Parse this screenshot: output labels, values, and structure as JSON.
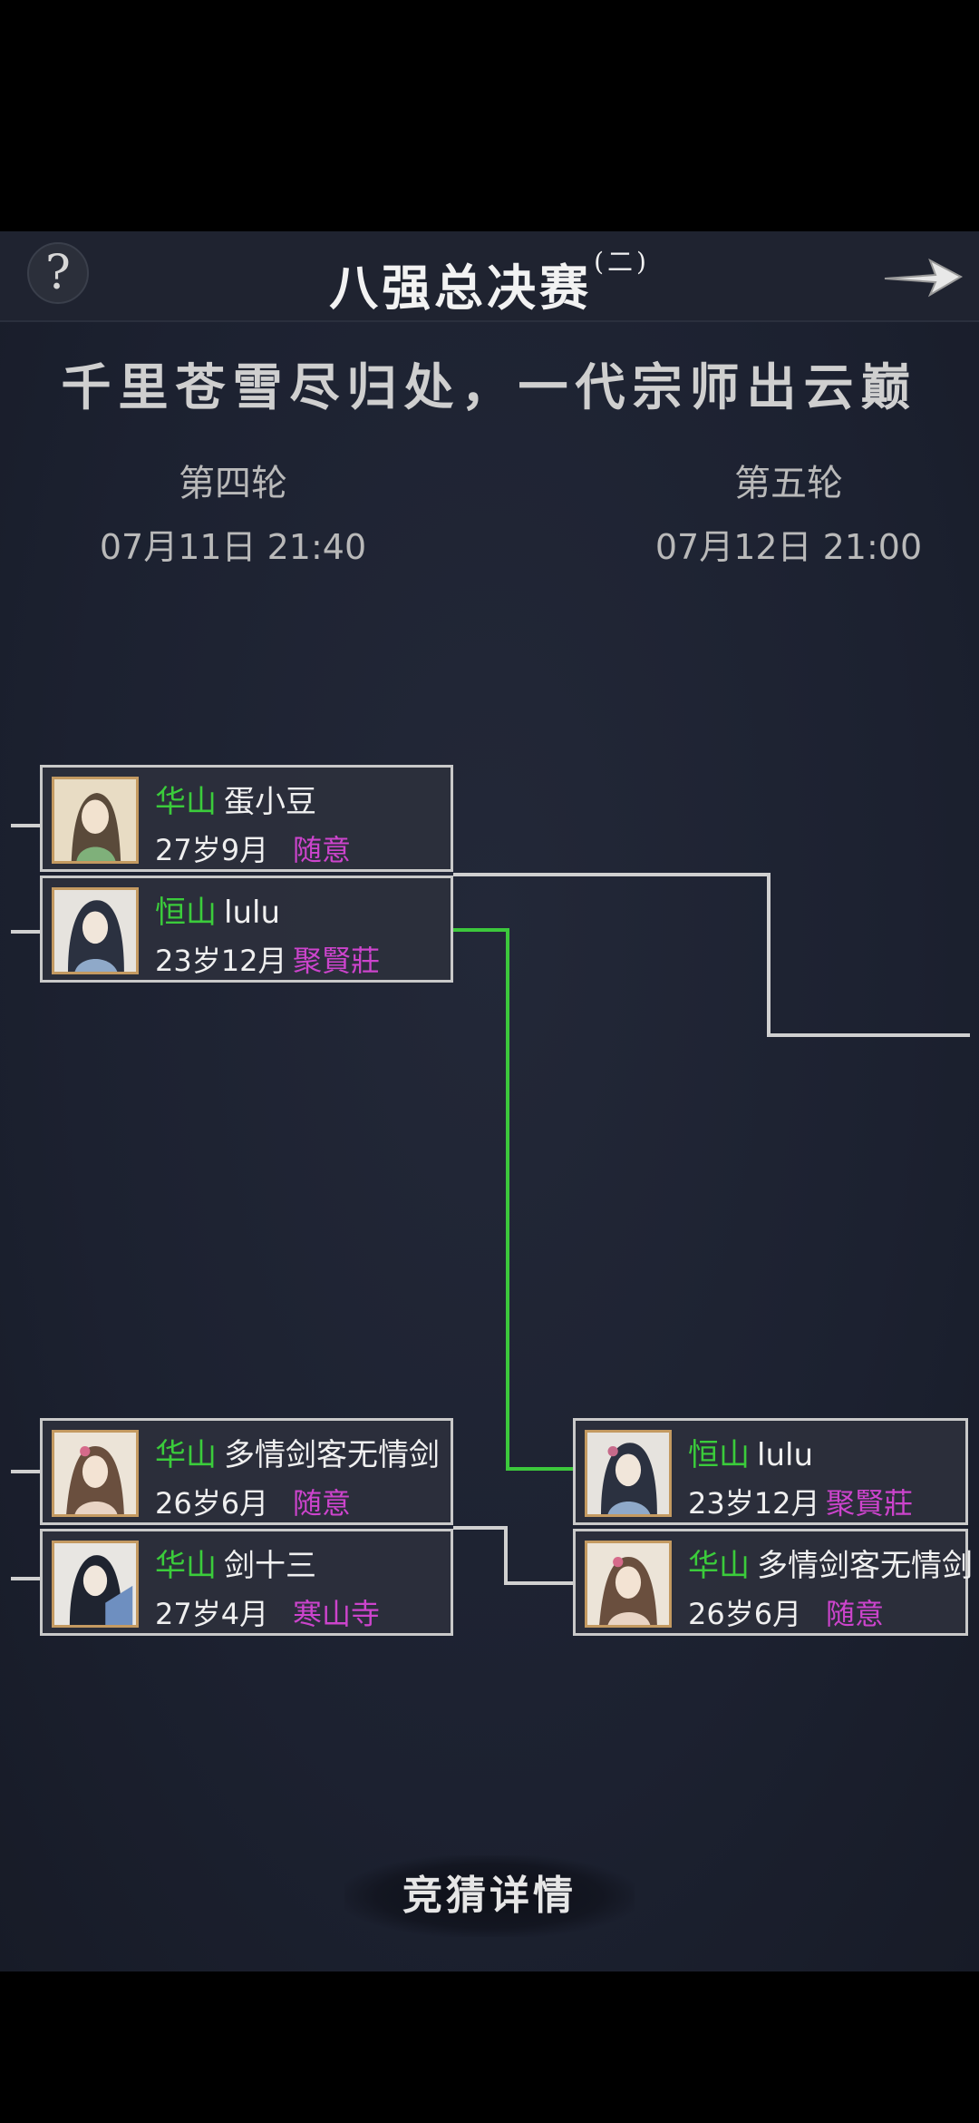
{
  "header": {
    "title": "八强总决赛",
    "title_suffix": "(二)",
    "help_icon": "question-mark-icon",
    "next_icon": "arrow-right-icon"
  },
  "subtitle": "千里苍雪尽归处，一代宗师出云巅",
  "rounds": [
    {
      "name": "第四轮",
      "time": "07月11日 21:40"
    },
    {
      "name": "第五轮",
      "time": "07月12日 21:00"
    }
  ],
  "round4": [
    {
      "sect": "华山",
      "name": "蛋小豆",
      "age": "27岁9月",
      "guild": "随意"
    },
    {
      "sect": "恒山",
      "name": "lulu",
      "age": "23岁12月",
      "guild": "聚賢莊"
    },
    {
      "sect": "华山",
      "name": "多情剑客无情剑",
      "age": "26岁6月",
      "guild": "随意"
    },
    {
      "sect": "华山",
      "name": "剑十三",
      "age": "27岁4月",
      "guild": "寒山寺"
    }
  ],
  "round5": [
    {
      "sect": "恒山",
      "name": "lulu",
      "age": "23岁12月",
      "guild": "聚賢莊"
    },
    {
      "sect": "华山",
      "name": "多情剑客无情剑",
      "age": "26岁6月",
      "guild": "随意"
    }
  ],
  "footer": {
    "guess_label": "竞猜详情"
  },
  "colors": {
    "sect": "#3bcc3b",
    "guild": "#cc44cc",
    "winner_line": "#3cc83c",
    "line": "#d0d0d0"
  }
}
